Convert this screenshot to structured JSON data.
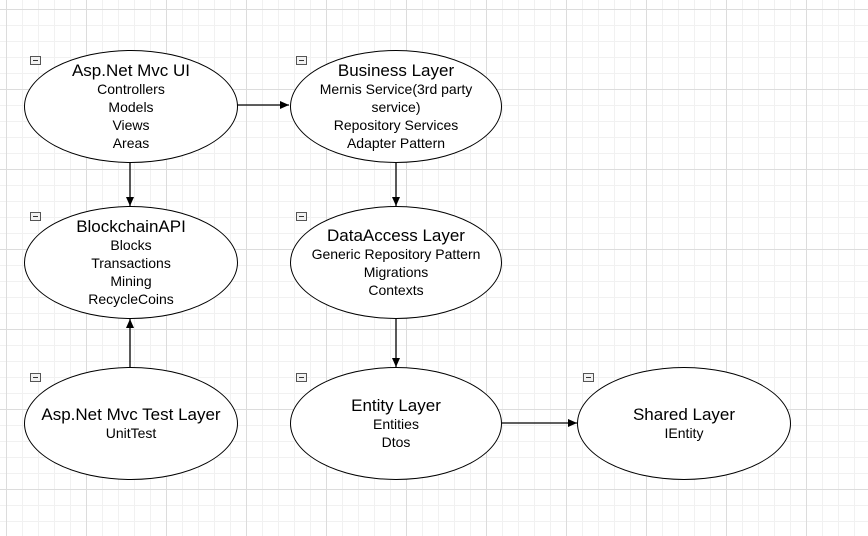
{
  "diagram": {
    "nodes": [
      {
        "id": "aspnet-mvc-ui",
        "title": "Asp.Net Mvc UI",
        "items": [
          "Controllers",
          "Models",
          "Views",
          "Areas"
        ]
      },
      {
        "id": "business-layer",
        "title": "Business Layer",
        "items": [
          "Mernis Service(3rd party",
          "service)",
          "Repository Services",
          "Adapter Pattern"
        ]
      },
      {
        "id": "blockchain-api",
        "title": "BlockchainAPI",
        "items": [
          "Blocks",
          "Transactions",
          "Mining",
          "RecycleCoins"
        ]
      },
      {
        "id": "dataaccess-layer",
        "title": "DataAccess Layer",
        "items": [
          "Generic Repository Pattern",
          "Migrations",
          "Contexts"
        ]
      },
      {
        "id": "aspnet-mvc-test-layer",
        "title": "Asp.Net Mvc Test Layer",
        "items": [
          "UnitTest"
        ]
      },
      {
        "id": "entity-layer",
        "title": "Entity Layer",
        "items": [
          "Entities",
          "Dtos"
        ]
      },
      {
        "id": "shared-layer",
        "title": "Shared Layer",
        "items": [
          "IEntity"
        ]
      }
    ],
    "edges": [
      {
        "from": "aspnet-mvc-ui",
        "to": "business-layer"
      },
      {
        "from": "aspnet-mvc-ui",
        "to": "blockchain-api"
      },
      {
        "from": "business-layer",
        "to": "dataaccess-layer"
      },
      {
        "from": "aspnet-mvc-test-layer",
        "to": "blockchain-api"
      },
      {
        "from": "dataaccess-layer",
        "to": "entity-layer"
      },
      {
        "from": "entity-layer",
        "to": "shared-layer"
      }
    ]
  }
}
